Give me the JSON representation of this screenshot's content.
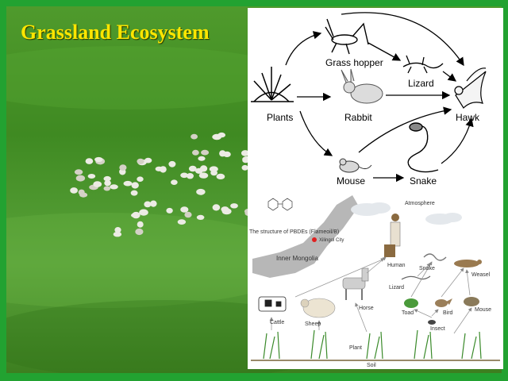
{
  "slide": {
    "title": "Grassland Ecosystem",
    "colors": {
      "border": "#22a231",
      "title": "#ffe600",
      "grass": "#4f9a2c"
    }
  },
  "food_chain": {
    "nodes": {
      "plants": "Plants",
      "grasshopper": "Grass hopper",
      "rabbit": "Rabbit",
      "lizard": "Lizard",
      "mouse": "Mouse",
      "snake": "Snake",
      "hawk": "Hawk"
    },
    "icons": [
      "grass-plant-icon",
      "grasshopper-icon",
      "rabbit-icon",
      "lizard-icon",
      "mouse-icon",
      "snake-icon",
      "hawk-icon"
    ]
  },
  "food_web": {
    "map_caption": "The structure of PBDEs (Flameoil/B)",
    "region_label": "Inner Mongolia",
    "city_label": "Xilingol City",
    "atmosphere": "Atmosphere",
    "nodes": {
      "human": "Human",
      "snake": "Snake",
      "weasel": "Weasel",
      "lizard": "Lizard",
      "horse": "Horse",
      "cattle": "Cattle",
      "sheep": "Sheep",
      "toad": "Toad",
      "bird": "Bird",
      "mouse": "Mouse",
      "insect": "Insect",
      "plant": "Plant",
      "soil": "Soil"
    }
  }
}
